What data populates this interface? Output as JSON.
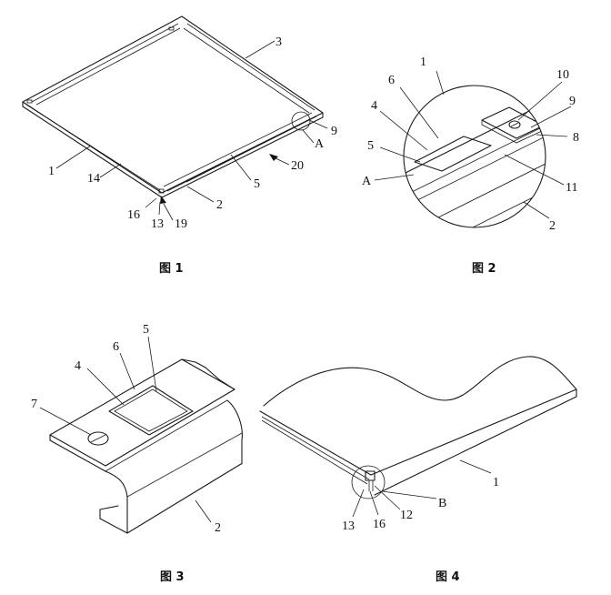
{
  "figures": [
    {
      "caption": "图 1",
      "labels": [
        "3",
        "9",
        "A",
        "20",
        "5",
        "2",
        "1",
        "14",
        "16",
        "13",
        "19"
      ]
    },
    {
      "caption": "图 2",
      "labels": [
        "1",
        "6",
        "10",
        "9",
        "4",
        "8",
        "5",
        "A",
        "11",
        "2"
      ]
    },
    {
      "caption": "图 3",
      "labels": [
        "5",
        "6",
        "4",
        "7",
        "2"
      ]
    },
    {
      "caption": "图 4",
      "labels": [
        "1",
        "B",
        "12",
        "13",
        "16"
      ]
    }
  ]
}
